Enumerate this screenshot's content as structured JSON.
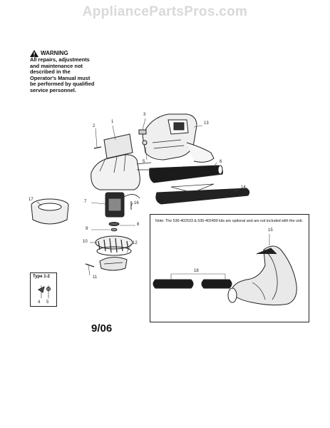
{
  "header": {
    "site": "AppliancePartsPros.com"
  },
  "warning": {
    "title": "WARNING",
    "body": "All repairs, adjustments and maintenance not described in the Operator's Manual must be performed by qualified service personnel."
  },
  "note": "Note: The 530-402533 & 530-402499 kits are optional and are not included with the unit.",
  "type_box": {
    "title": "Type 1-2",
    "labels": [
      "4",
      "5"
    ]
  },
  "date_code": "9/06",
  "part_labels": [
    "1",
    "2",
    "3",
    "13",
    "5",
    "6",
    "14",
    "17",
    "7",
    "16",
    "8",
    "9",
    "10",
    "12",
    "11",
    "15",
    "18"
  ],
  "icons": {
    "warning": "warning-triangle-icon"
  }
}
